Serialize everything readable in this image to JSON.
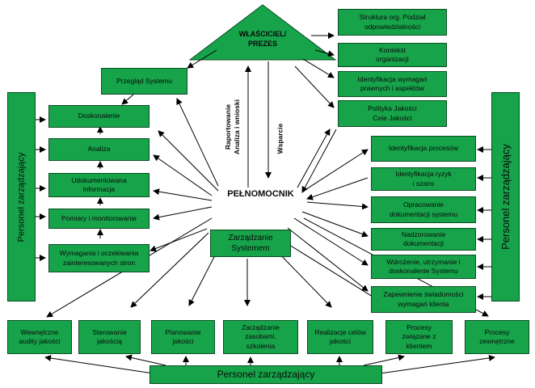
{
  "owner": "WŁAŚCICIEL/\nPREZES",
  "center": "PEŁNOMOCNIK",
  "reporting": "Raportowanie\nAnaliza i wnioski",
  "support": "Wsparcie",
  "top_right": [
    "Struktura org. Podział\nodpowiedzialności",
    "Kontekst\norganizacji",
    "Identyfikacja wymagań\nprawnych i aspektów",
    "Polityka Jakości\nCele Jakości"
  ],
  "system_review": "Przegląd Systemu",
  "left_stack": [
    "Doskonalenie",
    "Analiza",
    "Udokumentowana\ninformacja",
    "Pomiary i monitorowanie",
    "Wymagania i oczekiwania\nzainteresowanych stron"
  ],
  "system_mgmt": "Zarządzanie\nSystemem",
  "right_stack": [
    "Identyfikacja procesów",
    "Identyfikacja ryzyk\ni szans",
    "Opracowanie\ndokumentacji systemu",
    "Nadzorowanie\ndokumentacji",
    "Wdrożenie, utrzymanie i\ndoskonalenie Systemu",
    "Zapewnienie świadomości\nwymagań klienta"
  ],
  "bottom_row": [
    "Wewnętrzne\naudity jakości",
    "Sterowanie\njakością",
    "Planowanie\njakości",
    "Zarządzanie\nzasobami,\nszkolenia",
    "Realizacje celów\njakości",
    "Procesy\nzwiązane z\nklientem",
    "Procesy\nzewnętrzne"
  ],
  "personnel_left": "Personel zarządzający",
  "personnel_right": "Personel zarządzający",
  "personnel_bottom": "Personel zarządzający",
  "colors": {
    "box": "#16a34a",
    "border": "#0b4d22",
    "arrow": "#000000"
  }
}
